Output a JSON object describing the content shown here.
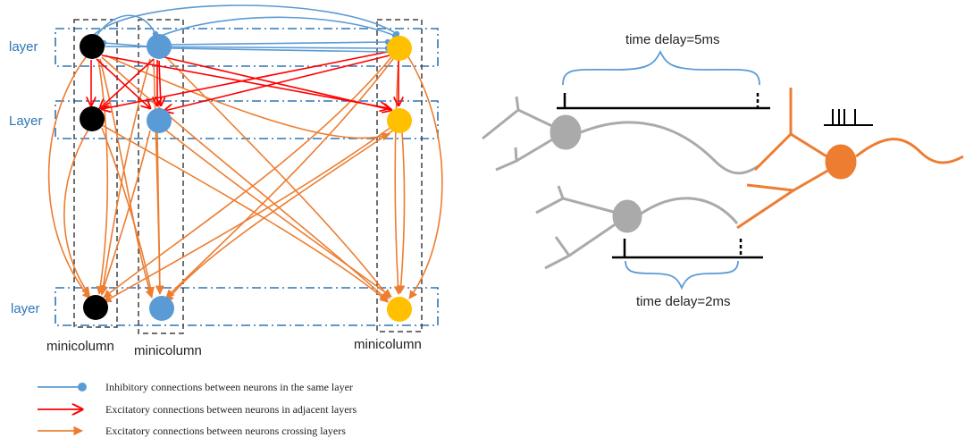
{
  "network": {
    "layer_labels": [
      "layer",
      "Layer",
      "layer"
    ],
    "minicolumn_labels": [
      "minicolumn",
      "minicolumn",
      "minicolumn"
    ],
    "colors": {
      "column_black": "#000000",
      "column_blue": "#5b9bd5",
      "column_yellow": "#ffc000",
      "inhibitory": "#5b9bd5",
      "excitatory_adjacent": "#ff0000",
      "excitatory_crossing": "#ed7d31",
      "layer_box": "#2e75b6",
      "minicolumn_box": "#404040"
    }
  },
  "legend": {
    "items": [
      {
        "label": "Inhibitory connections between neurons in the same layer",
        "color": "#5b9bd5",
        "marker": "dot-line-icon"
      },
      {
        "label": "Excitatory connections between neurons in adjacent layers",
        "color": "#ff0000",
        "marker": "open-arrow-icon"
      },
      {
        "label": "Excitatory connections between neurons crossing layers",
        "color": "#ed7d31",
        "marker": "filled-arrow-icon"
      }
    ]
  },
  "timing": {
    "delay_top": "time delay=5ms",
    "delay_bottom": "time delay=2ms",
    "colors": {
      "presynaptic": "#aaaaaa",
      "postsynaptic": "#ed7d31",
      "spike": "#000000",
      "brace": "#5b9bd5"
    }
  }
}
